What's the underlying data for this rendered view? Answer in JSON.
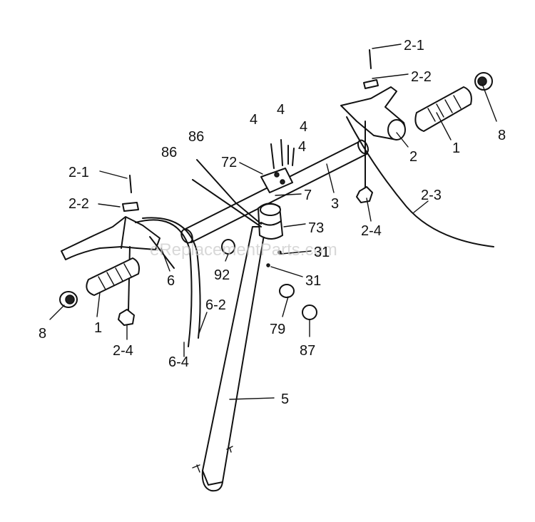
{
  "watermark": "eReplacementParts.com",
  "labels": {
    "l_2_1_top": "2-1",
    "l_2_2_top": "2-2",
    "l_8_right": "8",
    "l_1_right": "1",
    "l_2": "2",
    "l_2_3": "2-3",
    "l_2_4_right": "2-4",
    "l_3": "3",
    "l_4_a": "4",
    "l_4_b": "4",
    "l_4_c": "4",
    "l_4_d": "4",
    "l_72": "72",
    "l_86_a": "86",
    "l_86_b": "86",
    "l_7": "7",
    "l_73": "73",
    "l_31_a": "31",
    "l_31_b": "31",
    "l_92": "92",
    "l_79": "79",
    "l_87": "87",
    "l_2_1_left": "2-1",
    "l_2_2_left": "2-2",
    "l_6": "6",
    "l_6_2": "6-2",
    "l_6_4": "6-4",
    "l_8_left": "8",
    "l_1_left": "1",
    "l_2_4_left": "2-4",
    "l_5": "5"
  }
}
